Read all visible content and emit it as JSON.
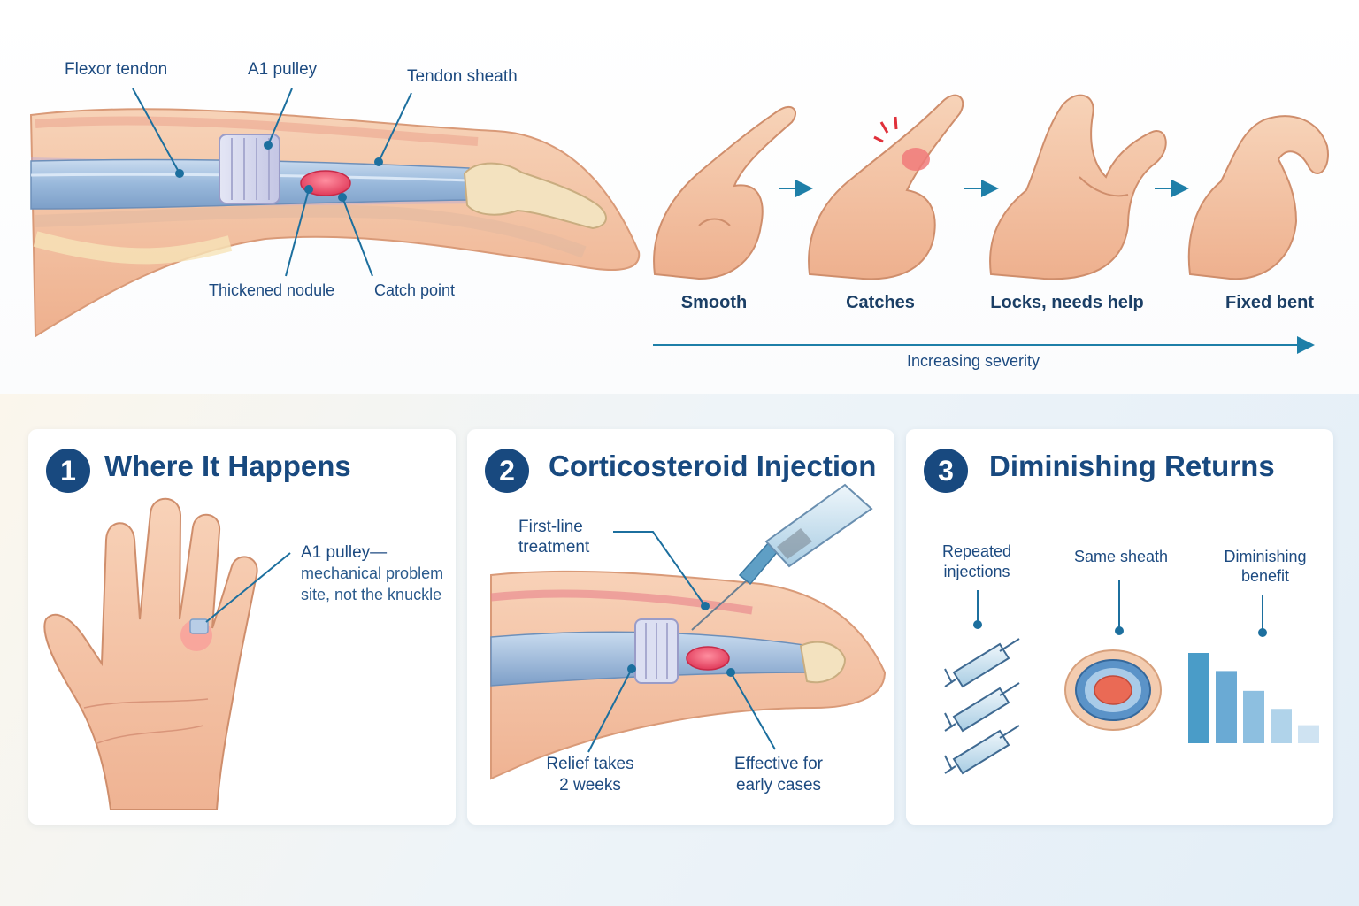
{
  "colors": {
    "navy": "#18497f",
    "label_blue": "#1c4a80",
    "tendon_blue": "#a9c3e0",
    "nodule_red": "#e8506a",
    "skin": "#f3c3a3",
    "arrow_teal": "#1e7fa8",
    "bar_blue": "#4a9cc8"
  },
  "anatomy": {
    "flexor_tendon": "Flexor tendon",
    "a1_pulley": "A1 pulley",
    "tendon_sheath": "Tendon sheath",
    "thickened_nodule": "Thickened nodule",
    "catch_point": "Catch point"
  },
  "progression": {
    "stages": [
      {
        "label": "Smooth"
      },
      {
        "label": "Catches"
      },
      {
        "label": "Locks, needs help"
      },
      {
        "label": "Fixed bent"
      }
    ],
    "severity_label": "Increasing severity"
  },
  "cards": [
    {
      "number": "1",
      "title": "Where It Happens",
      "note_lines": [
        "A1 pulley—",
        "mechanical problem",
        "site, not the knuckle"
      ]
    },
    {
      "number": "2",
      "title": "Corticosteroid Injection",
      "first_line": [
        "First-line",
        "treatment"
      ],
      "relief": [
        "Relief takes",
        "2 weeks"
      ],
      "effective": [
        "Effective for",
        "early cases"
      ]
    },
    {
      "number": "3",
      "title": "Diminishing Returns",
      "repeated": [
        "Repeated",
        "injections"
      ],
      "same_sheath": "Same sheath",
      "benefit": [
        "Diminishing",
        "benefit"
      ]
    }
  ],
  "benefit_chart": {
    "type": "bar",
    "values": [
      100,
      80,
      58,
      38,
      20
    ]
  }
}
